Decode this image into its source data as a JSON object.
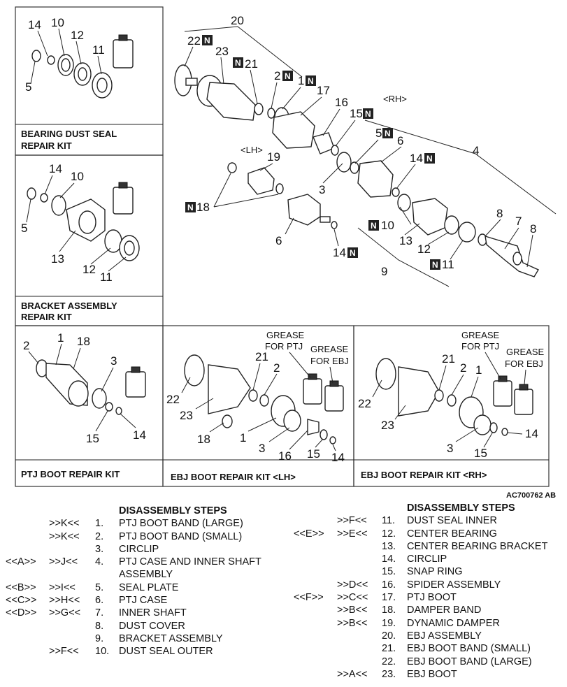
{
  "figure_ref": "AC700762 AB",
  "kit_labels": {
    "bearing_dust_seal": [
      "BEARING DUST SEAL",
      "REPAIR KIT"
    ],
    "bracket_assembly": [
      "BRACKET ASSEMBLY",
      "REPAIR KIT"
    ],
    "ptj_boot": "PTJ BOOT REPAIR KIT",
    "ebj_boot_lh": "EBJ BOOT REPAIR KIT <LH>",
    "ebj_boot_rh": "EBJ BOOT REPAIR KIT <RH>"
  },
  "side_labels": {
    "rh": "<RH>",
    "lh": "<LH>"
  },
  "grease_labels": {
    "ptj": [
      "GREASE",
      "FOR PTJ"
    ],
    "ebj": [
      "GREASE",
      "FOR EBJ"
    ]
  },
  "new_part_mark": "N",
  "callouts": {
    "main": [
      "20",
      "22",
      "23",
      "21",
      "2",
      "1",
      "17",
      "16",
      "15",
      "5",
      "6",
      "4",
      "14",
      "19",
      "3",
      "18",
      "6",
      "14",
      "10",
      "13",
      "12",
      "11",
      "9",
      "8",
      "7",
      "8"
    ],
    "bearing_kit": [
      "14",
      "10",
      "12",
      "11",
      "5"
    ],
    "bracket_kit": [
      "14",
      "10",
      "5",
      "13",
      "12",
      "11"
    ],
    "ptj_kit": [
      "2",
      "1",
      "18",
      "3",
      "15",
      "14"
    ],
    "ebj_lh_kit": [
      "21",
      "2",
      "22",
      "23",
      "18",
      "1",
      "3",
      "16",
      "15",
      "14"
    ],
    "ebj_rh_kit": [
      "21",
      "2",
      "1",
      "22",
      "23",
      "3",
      "15",
      "14"
    ]
  },
  "steps_title": "DISASSEMBLY STEPS",
  "steps_left": [
    {
      "a": "",
      "b": ">>K<<",
      "num": "1.",
      "text": "PTJ BOOT BAND (LARGE)"
    },
    {
      "a": "",
      "b": ">>K<<",
      "num": "2.",
      "text": "PTJ BOOT BAND (SMALL)"
    },
    {
      "a": "",
      "b": "",
      "num": "3.",
      "text": "CIRCLIP"
    },
    {
      "a": "<<A>>",
      "b": ">>J<<",
      "num": "4.",
      "text": "PTJ CASE AND INNER SHAFT"
    },
    {
      "a": "",
      "b": "",
      "num": "",
      "text": "ASSEMBLY"
    },
    {
      "a": "<<B>>",
      "b": ">>I<<",
      "num": "5.",
      "text": "SEAL PLATE"
    },
    {
      "a": "<<C>>",
      "b": ">>H<<",
      "num": "6.",
      "text": "PTJ CASE"
    },
    {
      "a": "<<D>>",
      "b": ">>G<<",
      "num": "7.",
      "text": "INNER SHAFT"
    },
    {
      "a": "",
      "b": "",
      "num": "8.",
      "text": "DUST COVER"
    },
    {
      "a": "",
      "b": "",
      "num": "9.",
      "text": "BRACKET ASSEMBLY"
    },
    {
      "a": "",
      "b": ">>F<<",
      "num": "10.",
      "text": "DUST SEAL OUTER"
    }
  ],
  "steps_right": [
    {
      "a": "",
      "b": ">>F<<",
      "num": "11.",
      "text": "DUST SEAL INNER"
    },
    {
      "a": "<<E>>",
      "b": ">>E<<",
      "num": "12.",
      "text": "CENTER BEARING"
    },
    {
      "a": "",
      "b": "",
      "num": "13.",
      "text": "CENTER BEARING BRACKET"
    },
    {
      "a": "",
      "b": "",
      "num": "14.",
      "text": "CIRCLIP"
    },
    {
      "a": "",
      "b": "",
      "num": "15.",
      "text": "SNAP RING"
    },
    {
      "a": "",
      "b": ">>D<<",
      "num": "16.",
      "text": "SPIDER ASSEMBLY"
    },
    {
      "a": "<<F>>",
      "b": ">>C<<",
      "num": "17.",
      "text": "PTJ BOOT"
    },
    {
      "a": "",
      "b": ">>B<<",
      "num": "18.",
      "text": "DAMPER BAND"
    },
    {
      "a": "",
      "b": ">>B<<",
      "num": "19.",
      "text": "DYNAMIC DAMPER"
    },
    {
      "a": "",
      "b": "",
      "num": "20.",
      "text": "EBJ ASSEMBLY"
    },
    {
      "a": "",
      "b": "",
      "num": "21.",
      "text": "EBJ BOOT BAND (SMALL)"
    },
    {
      "a": "",
      "b": "",
      "num": "22.",
      "text": "EBJ BOOT BAND (LARGE)"
    },
    {
      "a": "",
      "b": ">>A<<",
      "num": "23.",
      "text": "EBJ BOOT"
    }
  ]
}
